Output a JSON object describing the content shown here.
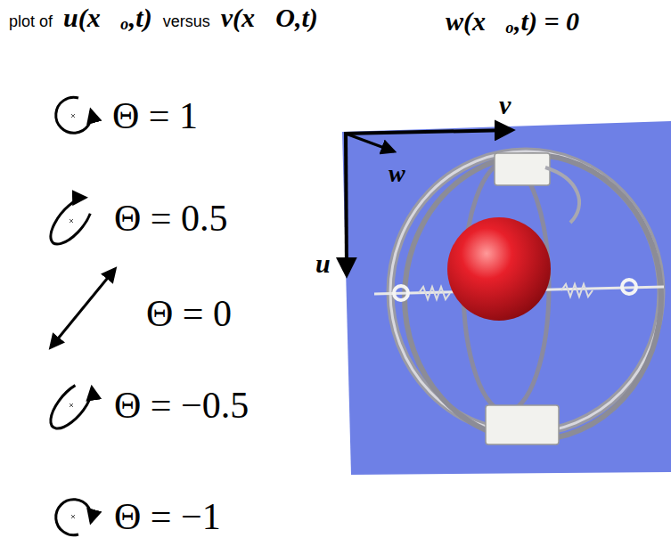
{
  "diagram": {
    "labels": [
      "plot of",
      "u(x⃗ₒ,t)",
      "versus",
      "v(x⃗O,t)",
      "w(x⃗ₒ,t) = 0",
      "Θ = 1",
      "Θ = 0.5",
      "Θ = 0",
      "Θ = −0.5",
      "Θ = −1",
      "v",
      "w",
      "u"
    ]
  }
}
